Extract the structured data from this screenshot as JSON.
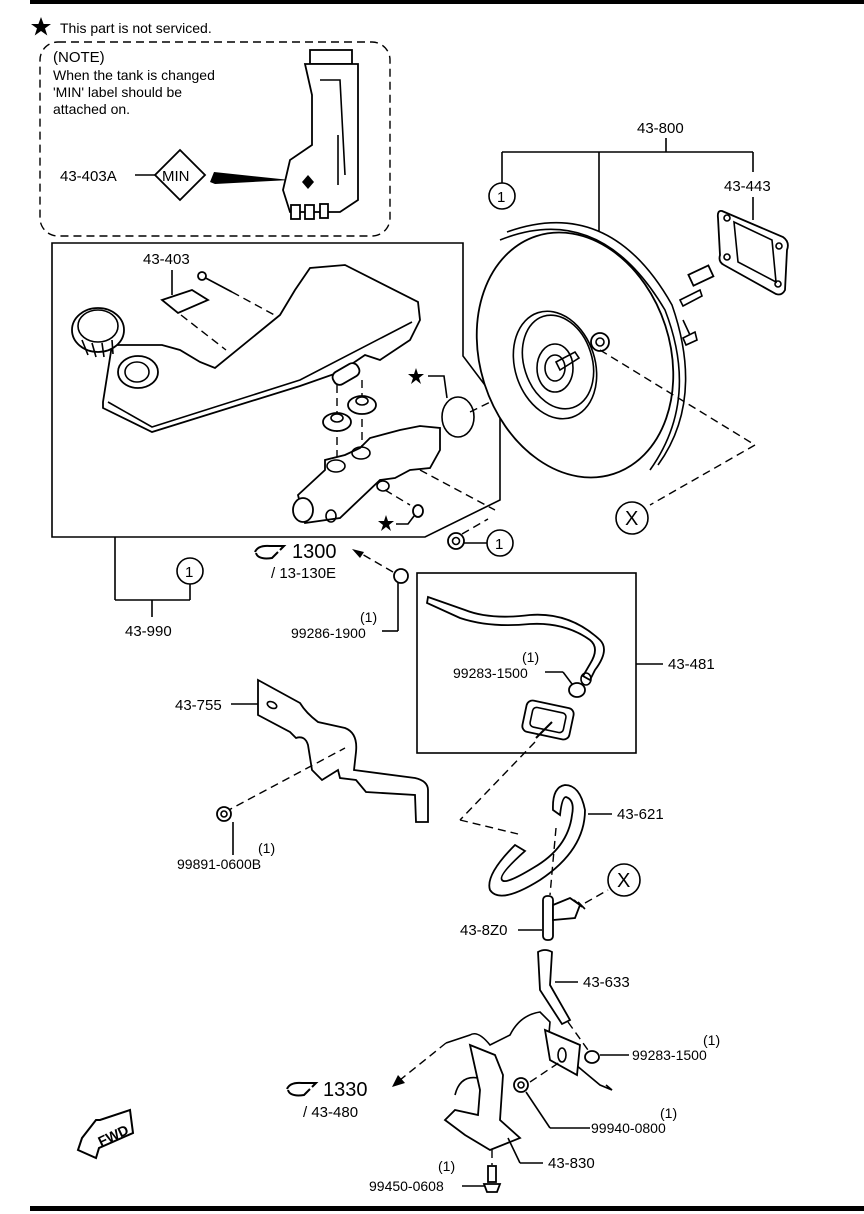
{
  "legend": {
    "star_icon": "star-icon",
    "text": "This part is not serviced."
  },
  "note": {
    "heading": "(NOTE)",
    "line1": "When the tank is changed",
    "line2": "'MIN' label should be",
    "line3": "attached on.",
    "label_part": "43-403A",
    "label_text": "MIN"
  },
  "callouts": {
    "circle_ref": "1",
    "circle_x": "X",
    "p43_800": "43-800",
    "p43_443": "43-443",
    "p43_403": "43-403",
    "p43_990": "43-990",
    "ref_1300": "1300",
    "ref_1300_sub": "/ 13-130E",
    "p99286_qty": "(1)",
    "p99286": "99286-1900",
    "p43_481": "43-481",
    "p99283a_qty": "(1)",
    "p99283a": "99283-1500",
    "p43_755": "43-755",
    "p99891_qty": "(1)",
    "p99891": "99891-0600B",
    "p43_621": "43-621",
    "p43_8z0": "43-8Z0",
    "p43_633": "43-633",
    "p99283b_qty": "(1)",
    "p99283b": "99283-1500",
    "ref_1330": "1330",
    "ref_1330_sub": "/ 43-480",
    "p99940_qty": "(1)",
    "p99940": "99940-0800",
    "p43_830": "43-830",
    "p99450_qty": "(1)",
    "p99450": "99450-0608",
    "fwd": "FWD"
  }
}
